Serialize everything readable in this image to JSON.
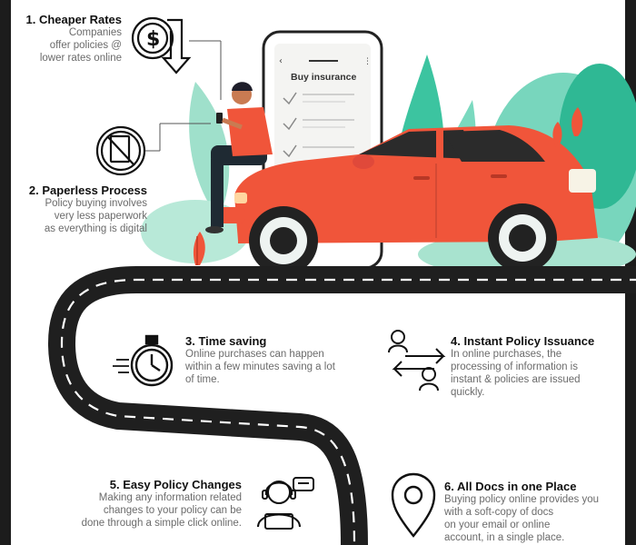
{
  "features": [
    {
      "title": "1. Cheaper Rates",
      "lines": [
        "Companies",
        "offer policies @",
        "lower rates online"
      ],
      "icon": "dollar-down-icon"
    },
    {
      "title": "2. Paperless Process",
      "lines": [
        "Policy buying involves",
        "very less paperwork",
        "as everything is digital"
      ],
      "icon": "no-paper-icon"
    },
    {
      "title": "3. Time saving",
      "lines": [
        "Online purchases can happen",
        "within a few minutes saving a lot",
        "of time."
      ],
      "icon": "stopwatch-icon"
    },
    {
      "title": "4. Instant Policy Issuance",
      "lines": [
        "In online purchases, the",
        "processing of information is",
        "instant & policies are issued",
        "quickly."
      ],
      "icon": "exchange-users-icon"
    },
    {
      "title": "5. Easy Policy Changes",
      "lines": [
        "Making any information related",
        "changes to your policy can be",
        "done through a simple click online."
      ],
      "icon": "support-agent-icon"
    },
    {
      "title": "6. All Docs in one Place",
      "lines": [
        "Buying policy online provides you",
        "with a soft-copy of docs",
        "on your email or online",
        "account, in a single place."
      ],
      "icon": "location-pin-icon"
    }
  ],
  "phone": {
    "screen_title": "Buy insurance"
  },
  "colors": {
    "car": "#f0553a",
    "leaf": "#4fc3a1",
    "road": "#1f1f1f",
    "text_title": "#111111",
    "text_desc": "#6b6b6b"
  }
}
